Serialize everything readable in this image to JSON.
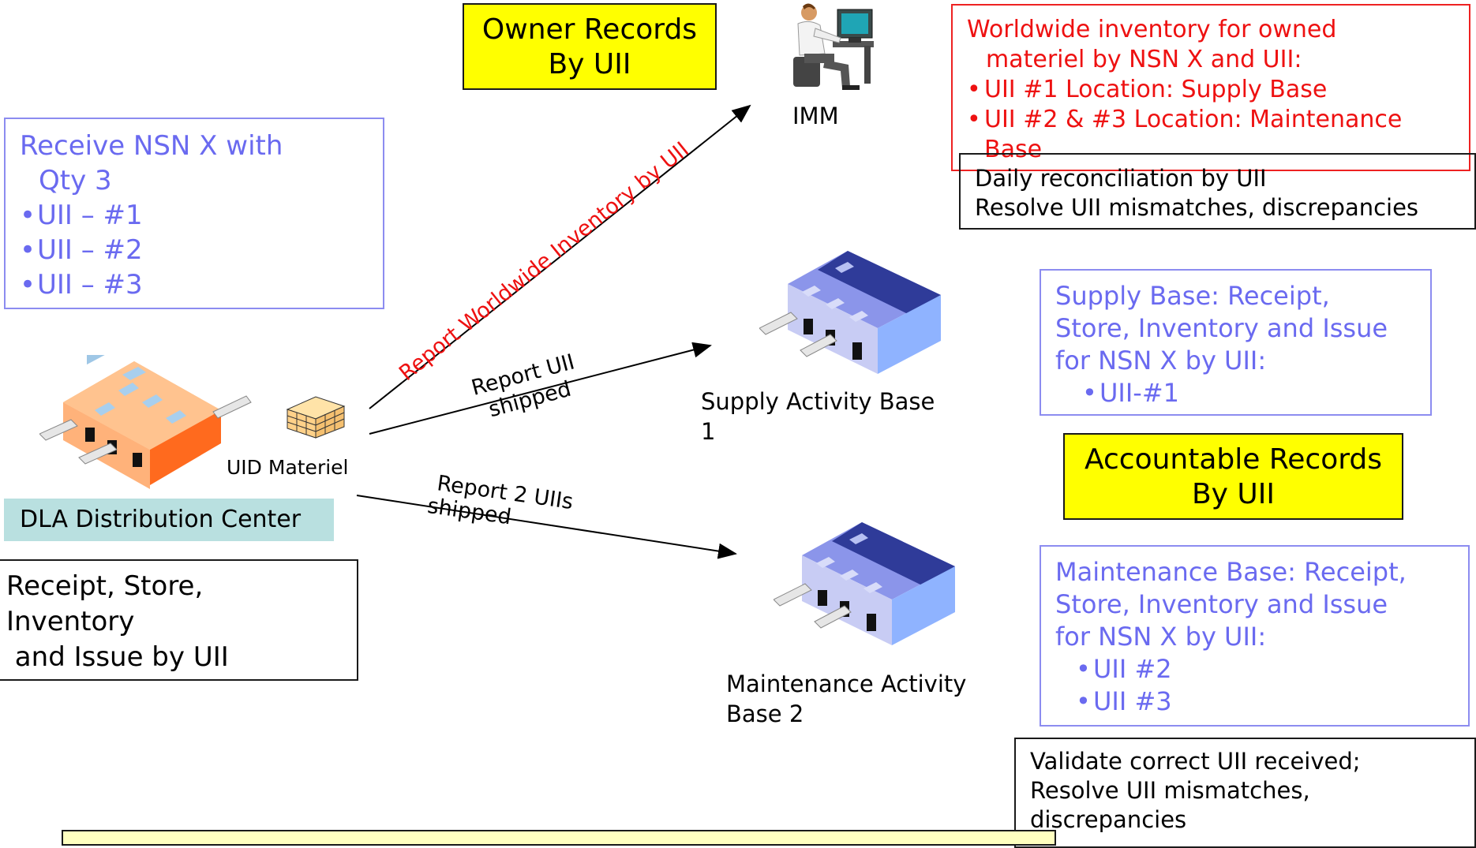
{
  "owner_records": {
    "line1": "Owner Records",
    "line2": "By UII"
  },
  "imm": {
    "label": "IMM"
  },
  "worldwide": {
    "title1": "Worldwide inventory for owned",
    "title2": "materiel by NSN X and UII:",
    "items": [
      "UII #1 Location: Supply Base",
      "UII #2 & #3 Location: Maintenance",
      "Base"
    ]
  },
  "daily": {
    "line1": "Daily reconciliation by UII",
    "line2": "Resolve UII mismatches, discrepancies"
  },
  "receive": {
    "line1": "Receive NSN X with",
    "line2": "Qty 3",
    "items": [
      "UII – #1",
      "UII – #2",
      "UII – #3"
    ]
  },
  "arrows": {
    "worldwide": "Report Worldwide Inventory by UII",
    "uii_shipped_1": "Report  UII",
    "uii_shipped_2": "shipped",
    "two_uiis_1": "Report 2 UIIs",
    "two_uiis_2": "shipped"
  },
  "uid_materiel": "UID Materiel",
  "dla_center": "DLA Distribution Center",
  "dla_desc": {
    "line1": "Receipt, Store,",
    "line2": "Inventory",
    "line3": " and Issue by UII"
  },
  "supply_base": {
    "line1": "Supply Activity Base",
    "line2": "1"
  },
  "supply_box": {
    "line1": "Supply Base: Receipt,",
    "line2": "Store, Inventory and Issue",
    "line3": "for NSN X by UII:",
    "items": [
      "UII-#1"
    ]
  },
  "accountable": {
    "line1": "Accountable Records",
    "line2": "By UII"
  },
  "maint_base": {
    "line1": "Maintenance Activity",
    "line2": "Base 2"
  },
  "maint_box": {
    "line1": "Maintenance Base: Receipt,",
    "line2": "Store, Inventory and Issue",
    "line3": "for NSN X by UII:",
    "items": [
      "UII #2",
      "UII #3"
    ]
  },
  "validate": {
    "line1": "Validate correct UII received;",
    "line2": "Resolve UII mismatches,",
    "line3": "discrepancies"
  },
  "colors": {
    "yellow": "#ffff00",
    "red": "#ee1111",
    "blue_text": "#6a6af0",
    "teal": "#b9e0e0",
    "pale_yellow": "#ffffc0"
  }
}
